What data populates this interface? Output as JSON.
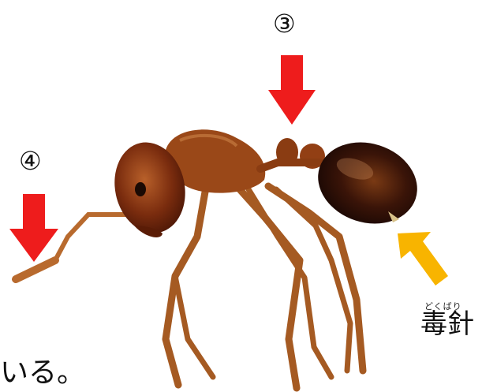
{
  "labels": {
    "circled_three": "③",
    "circled_four": "④",
    "stinger_reading": "どくばり",
    "stinger": "毒針",
    "partial_sentence": "いる。"
  },
  "colors": {
    "arrow_red": "#ee1c1c",
    "arrow_yellow": "#f8b400",
    "ant_body": "#a04a1a",
    "ant_gaster": "#3a1408"
  },
  "subject": "ant-photo"
}
